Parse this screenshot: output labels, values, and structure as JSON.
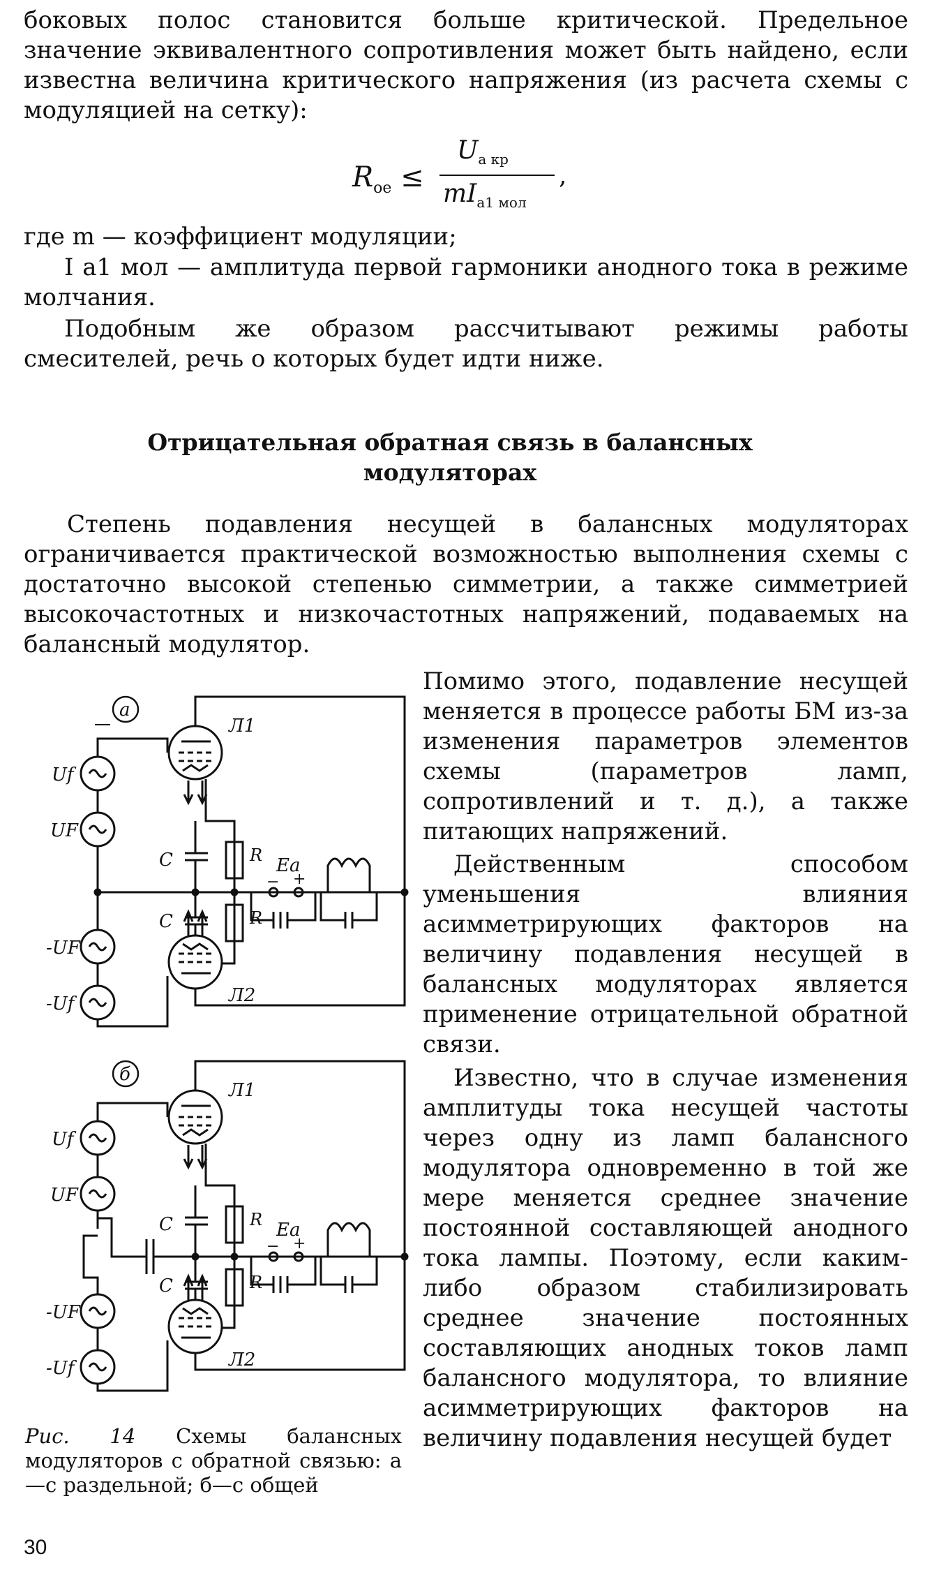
{
  "para1": "боковых полос становится больше критической. Предельное значение эквивалентного сопротивления может быть найдено, если известна величина критического напряжения (из расчета схемы с модуляцией на сетку):",
  "formula": {
    "lhs": "R",
    "lhs_sub": "oe",
    "relation": "≤",
    "num": "U",
    "num_sub": "a кр",
    "den": "mI",
    "den_sub": "a1 мол",
    "comma": ","
  },
  "para2": "где m — коэффициент модуляции;",
  "para3": "I а1 мол — амплитуда первой гармоники анодного тока в режиме молчания.",
  "para4": "Подобным же образом рассчитывают режимы работы смесителей, речь о которых будет идти ниже.",
  "heading_line1": "Отрицательная обратная связь в балансных",
  "heading_line2": "модуляторах",
  "para5": "Степень подавления несущей в балансных модуляторах ограничивается практической возможностью выполнения схемы с достаточно высокой степенью симметрии, а также симметрией высокочастотных и низкочастотных напряжений, подаваемых на балансный модулятор.",
  "para6": "Помимо этого, подавление несущей меняется в процессе работы БМ из-за изменения параметров элементов схемы (параметров ламп, сопротивлений и т. д.), а также питающих напряжений.",
  "para7": "Действенным способом уменьшения влияния асимметрирующих факторов на величину подавления несущей в балансных модуляторах является применение отрицательной обратной связи.",
  "para8": "Известно, что в случае изменения амплитуды тока несущей частоты через одну из ламп балансного модулятора одновременно в той же мере меняется среднее значение постоянной составляющей анодного тока лампы. Поэтому, если каким-либо образом стабилизировать среднее значение постоянных составляющих анодных токов ламп балансного модулятора, то влияние асимметрирующих факторов на величину подавления несущей будет",
  "figure": {
    "a": {
      "mark": "а",
      "tube1": "Л1",
      "tube2": "Л2",
      "c_top": "C",
      "c_bot": "C",
      "r_top": "R",
      "r_bot": "R",
      "ea": "Ea",
      "minus": "−",
      "plus": "+",
      "sources": [
        "Uf",
        "UF",
        "-UF",
        "-Uf"
      ]
    },
    "b": {
      "mark": "б",
      "tube1": "Л1",
      "tube2": "Л2",
      "c_top": "C",
      "c_bot": "C",
      "r_top": "R",
      "r_bot": "R",
      "ea": "Ea",
      "minus": "−",
      "plus": "+",
      "sources": [
        "Uf",
        "UF",
        "-UF",
        "-Uf"
      ]
    }
  },
  "caption_lead": "Рис. 14",
  "caption_text": "Схемы балансных модуляторов с обратной связью: а—с раздельной; б—с общей",
  "page_number": "30"
}
